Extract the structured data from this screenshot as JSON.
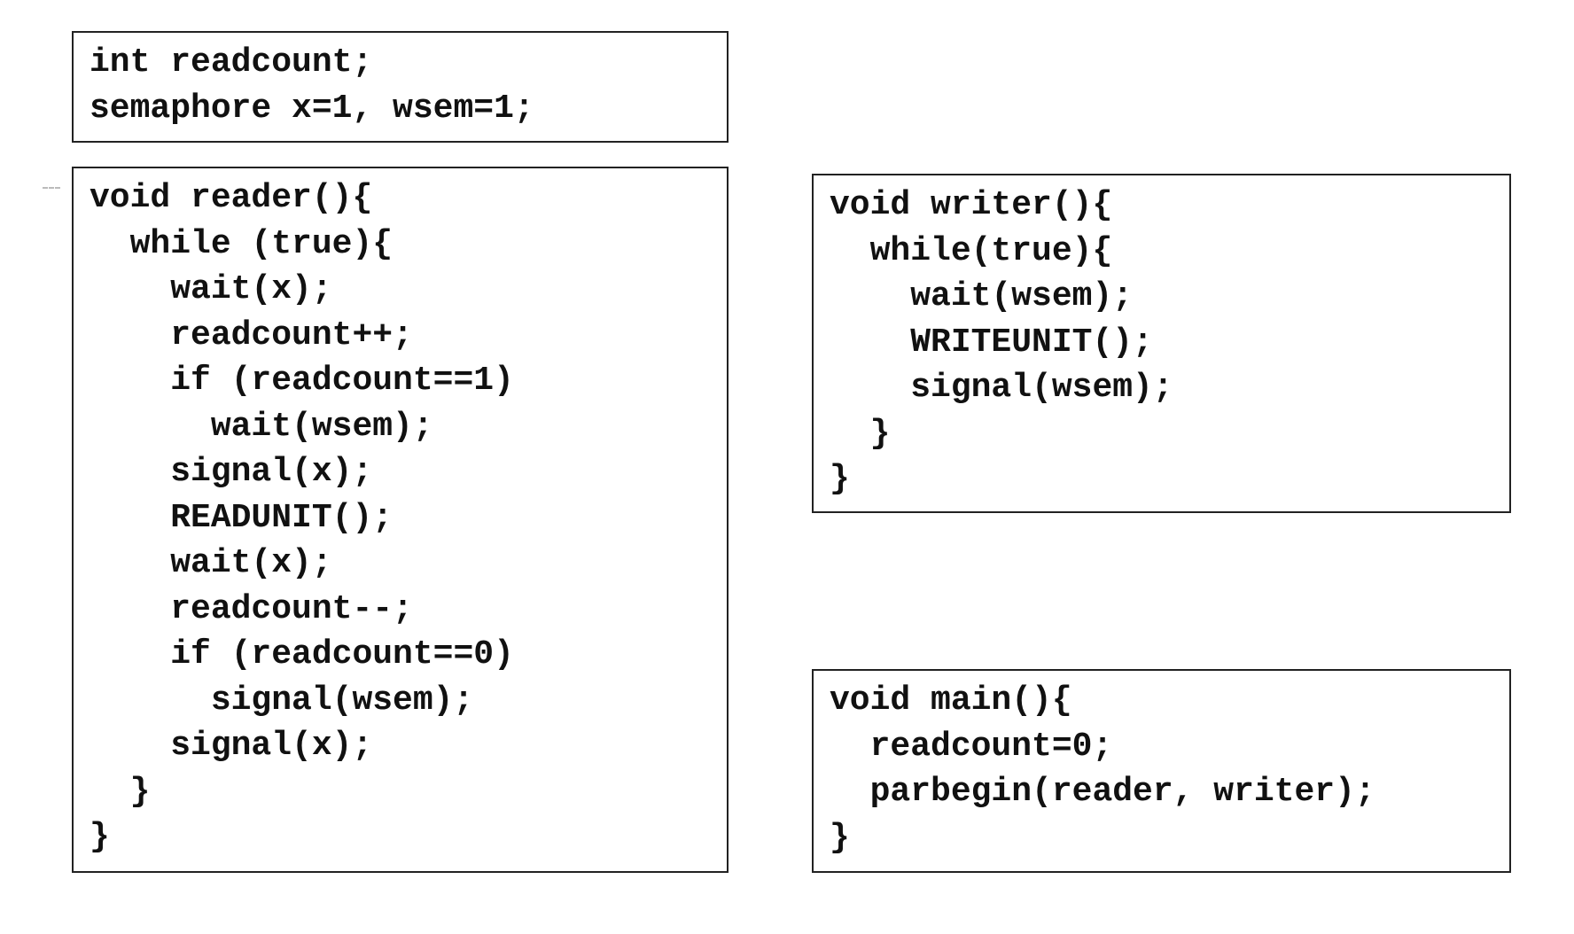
{
  "globals": {
    "lines": [
      "int readcount;",
      "semaphore x=1, wsem=1;"
    ]
  },
  "reader": {
    "lines": [
      "void reader(){",
      "  while (true){",
      "    wait(x);",
      "    readcount++;",
      "    if (readcount==1)",
      "      wait(wsem);",
      "    signal(x);",
      "    READUNIT();",
      "    wait(x);",
      "    readcount--;",
      "    if (readcount==0)",
      "      signal(wsem);",
      "    signal(x);",
      "  }",
      "}"
    ]
  },
  "writer": {
    "lines": [
      "void writer(){",
      "  while(true){",
      "    wait(wsem);",
      "    WRITEUNIT();",
      "    signal(wsem);",
      "  }",
      "}"
    ]
  },
  "main": {
    "lines": [
      "void main(){",
      "  readcount=0;",
      "  parbegin(reader, writer);",
      "}"
    ]
  }
}
